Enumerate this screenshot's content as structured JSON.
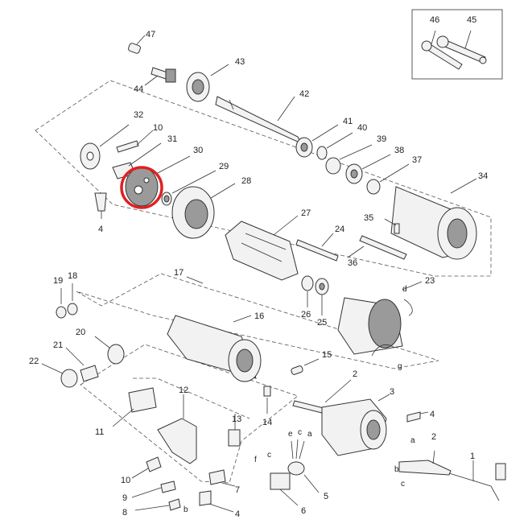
{
  "labels": {
    "p47": "47",
    "p43": "43",
    "p44": "44",
    "p42": "42",
    "p32": "32",
    "p10a": "10",
    "p31": "31",
    "p30": "30",
    "p29": "29",
    "p28": "28",
    "p41": "41",
    "p40": "40",
    "p39": "39",
    "p38": "38",
    "p37": "37",
    "p34": "34",
    "p4a": "4",
    "p27": "27",
    "p35": "35",
    "p24": "24",
    "p36": "36",
    "p46": "46",
    "p45": "45",
    "p19": "19",
    "p18": "18",
    "p17": "17",
    "p16": "16",
    "p23": "23",
    "p26": "26",
    "p25": "25",
    "p20": "20",
    "p21": "21",
    "p22": "22",
    "p15": "15",
    "p2a": "2",
    "p3": "3",
    "p14": "14",
    "p12": "12",
    "p11": "11",
    "p13": "13",
    "p4b": "4",
    "p2b": "2",
    "p1": "1",
    "p10b": "10",
    "p9": "9",
    "p8": "8",
    "p7": "7",
    "p4c": "4",
    "p5": "5",
    "p6": "6",
    "wd": "d",
    "wg": "g",
    "we": "e",
    "wc1": "c",
    "wa1": "a",
    "wf": "f",
    "wc2": "c",
    "wa2": "a",
    "wb1": "b",
    "wc3": "c",
    "wb2": "b"
  },
  "highlight_color": "#e02020"
}
